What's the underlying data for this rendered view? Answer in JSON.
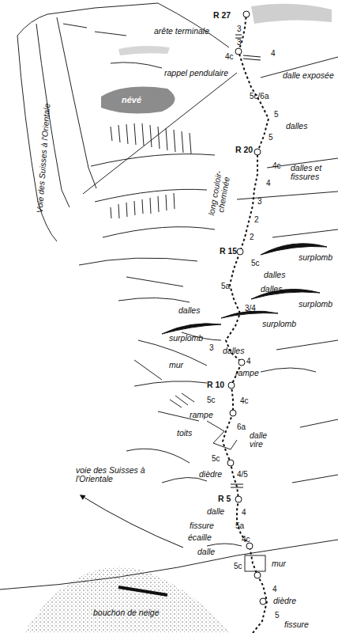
{
  "diagram": {
    "labels": [
      "R 27",
      "arête terminale",
      "3",
      "3",
      "4c",
      "4",
      "rappel pendulaire",
      "dalle exposée",
      "5c/6a",
      "névé",
      "5",
      "dalles",
      "5",
      "Voie des Suisses à l'Orientale",
      "R 20",
      "4c",
      "dalles et fissures",
      "4",
      "long couloir- cheminée",
      "3",
      "2",
      "2",
      "R 15",
      "5c",
      "dalles",
      "surplomb",
      "5a",
      "dalles",
      "surplomb",
      "3/4",
      "dalles",
      "surplomb",
      "surplomb",
      "3",
      "dalles",
      "4",
      "mur",
      "rampe",
      "R 10",
      "5c",
      "4c",
      "rampe",
      "6a",
      "toits",
      "dalle vire",
      "5c",
      "dièdre",
      "4/5",
      "R 5",
      "dalle",
      "4",
      "fissure",
      "5a",
      "écaille",
      "4c",
      "dalle",
      "voie des Suisses à l'Orientale",
      "5c",
      "mur",
      "4",
      "dièdre",
      "5",
      "fissure",
      "bouchon de neige"
    ]
  }
}
